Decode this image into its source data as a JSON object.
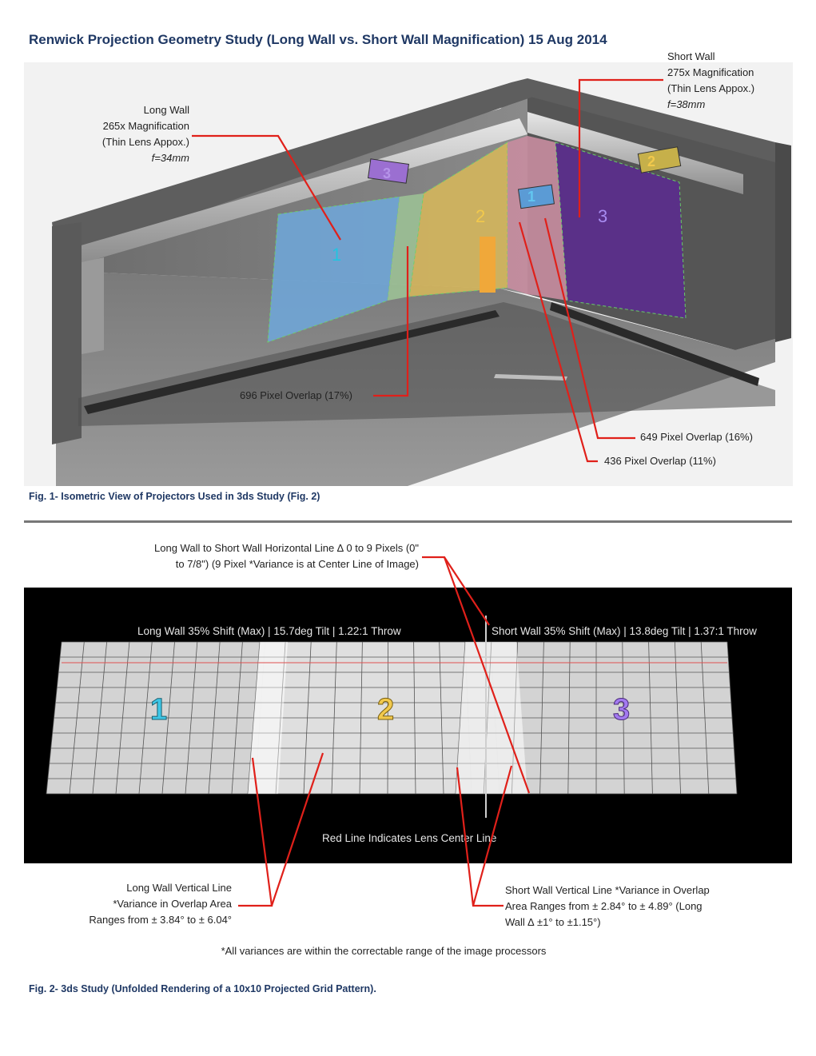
{
  "title": "Renwick Projection Geometry Study (Long Wall vs. Short Wall Magnification) 15 Aug 2014",
  "fig1": {
    "long_wall_label": [
      "Long Wall",
      "265x Magnification",
      "(Thin Lens Appox.)",
      "f=34mm"
    ],
    "short_wall_label": [
      "Short Wall",
      "275x Magnification",
      "(Thin Lens Appox.)",
      "f=38mm"
    ],
    "overlap_long": "696 Pixel Overlap (17%)",
    "overlap_short_a": "649 Pixel Overlap (16%)",
    "overlap_short_b": "436 Pixel Overlap (11%)",
    "projector_numbers": [
      "1",
      "2",
      "3"
    ],
    "caption": "Fig. 1- Isometric View of Projectors Used in 3ds Study (Fig. 2)",
    "colors": {
      "p1": "#6fa8dc",
      "p2": "#e3c65a",
      "p3": "#5b2d8e",
      "overlap_red": "#e0201a"
    }
  },
  "fig2": {
    "horizontal_note": [
      "Long Wall to Short Wall Horizontal Line ∆ 0 to 9 Pixels (0\"",
      "to 7/8\") (9 Pixel *Variance is at Center Line of Image)"
    ],
    "long_wall_header": "Long Wall 35% Shift (Max) | 15.7deg Tilt | 1.22:1 Throw",
    "short_wall_header": "Short Wall 35% Shift (Max) | 13.8deg Tilt | 1.37:1 Throw",
    "lens_center_note": "Red Line Indicates Lens Center Line",
    "grid_numbers": [
      "1",
      "2",
      "3"
    ],
    "long_vertical_note": [
      "Long Wall Vertical Line",
      "*Variance in Overlap Area",
      "Ranges from ± 3.84° to ± 6.04°"
    ],
    "short_vertical_note": [
      "Short Wall Vertical Line *Variance in Overlap",
      "Area Ranges from ± 2.84° to ± 4.89° (Long",
      "Wall ∆ ±1° to ±1.15°)"
    ],
    "variance_footnote": "*All variances are within the correctable range of the image processors",
    "caption": "Fig. 2- 3ds Study (Unfolded Rendering of a 10x10 Projected Grid Pattern)."
  }
}
